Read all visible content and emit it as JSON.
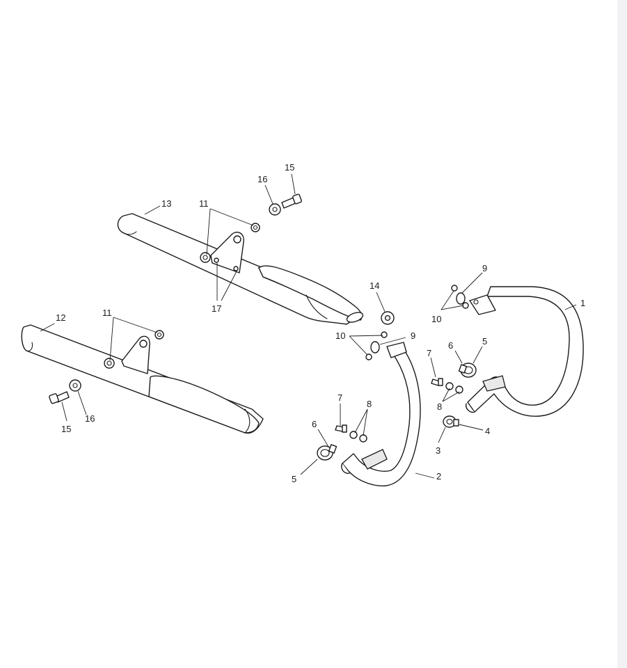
{
  "callouts": {
    "c1": "1",
    "c2": "2",
    "c3": "3",
    "c4": "4",
    "c5a": "5",
    "c5b": "5",
    "c6a": "6",
    "c6b": "6",
    "c7a": "7",
    "c7b": "7",
    "c8a": "8",
    "c8b": "8",
    "c9a": "9",
    "c9b": "9",
    "c10a": "10",
    "c10b": "10",
    "c11a": "11",
    "c11b": "11",
    "c12": "12",
    "c13": "13",
    "c14": "14",
    "c15a": "15",
    "c15b": "15",
    "c16a": "16",
    "c16b": "16",
    "c17": "17"
  }
}
